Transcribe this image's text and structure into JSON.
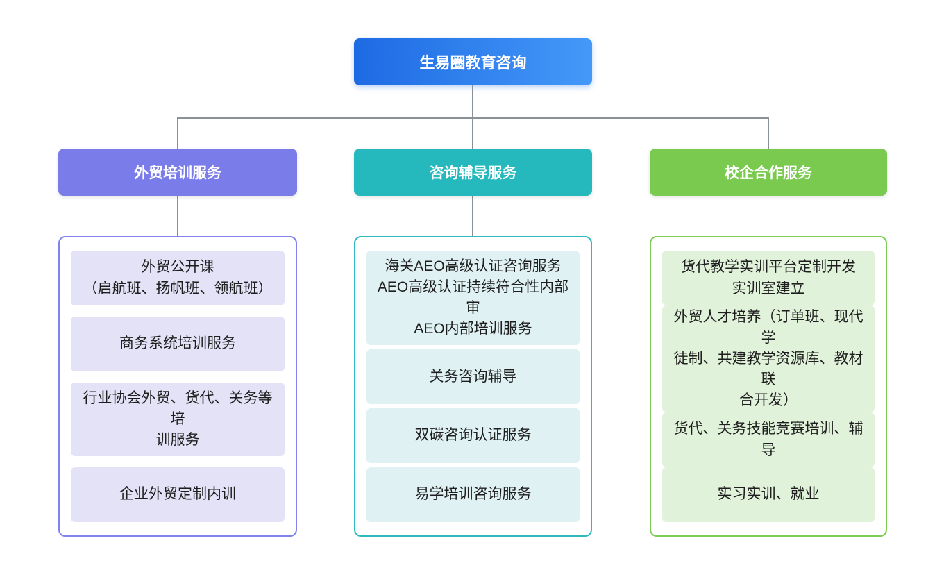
{
  "root": {
    "label": "生易圈教育咨询"
  },
  "branches": [
    {
      "id": "foreign-trade-training",
      "label": "外贸培训服务",
      "header_color": "#7A7CE9",
      "border_color": "#7F83EB",
      "item_bg": "#E3E2F7",
      "items": [
        "外贸公开课\n（启航班、扬帆班、领航班）",
        "商务系统培训服务",
        "行业协会外贸、货代、关务等培\n训服务",
        "企业外贸定制内训"
      ]
    },
    {
      "id": "consulting-coaching",
      "label": "咨询辅导服务",
      "header_color": "#25B8BD",
      "border_color": "#2FBAC0",
      "item_bg": "#DFF1F3",
      "items": [
        "海关AEO高级认证咨询服务\nAEO高级认证持续符合性内部审\nAEO内部培训服务",
        "关务咨询辅导",
        "双碳咨询认证服务",
        "易学培训咨询服务"
      ]
    },
    {
      "id": "school-enterprise-cooperation",
      "label": "校企合作服务",
      "header_color": "#79CA4E",
      "border_color": "#7CCB52",
      "item_bg": "#E1F2DB",
      "items": [
        "货代教学实训平台定制开发\n实训室建立",
        "外贸人才培养（订单班、现代学\n徒制、共建教学资源库、教材联\n合开发）",
        "货代、关务技能竞赛培训、辅导",
        "实习实训、就业"
      ]
    }
  ],
  "colors": {
    "root_gradient_start": "#1E6AE4",
    "root_gradient_end": "#4499F8",
    "connector": "#8A9199",
    "background": "#FFFFFF",
    "item_text": "#1E1E1E"
  }
}
